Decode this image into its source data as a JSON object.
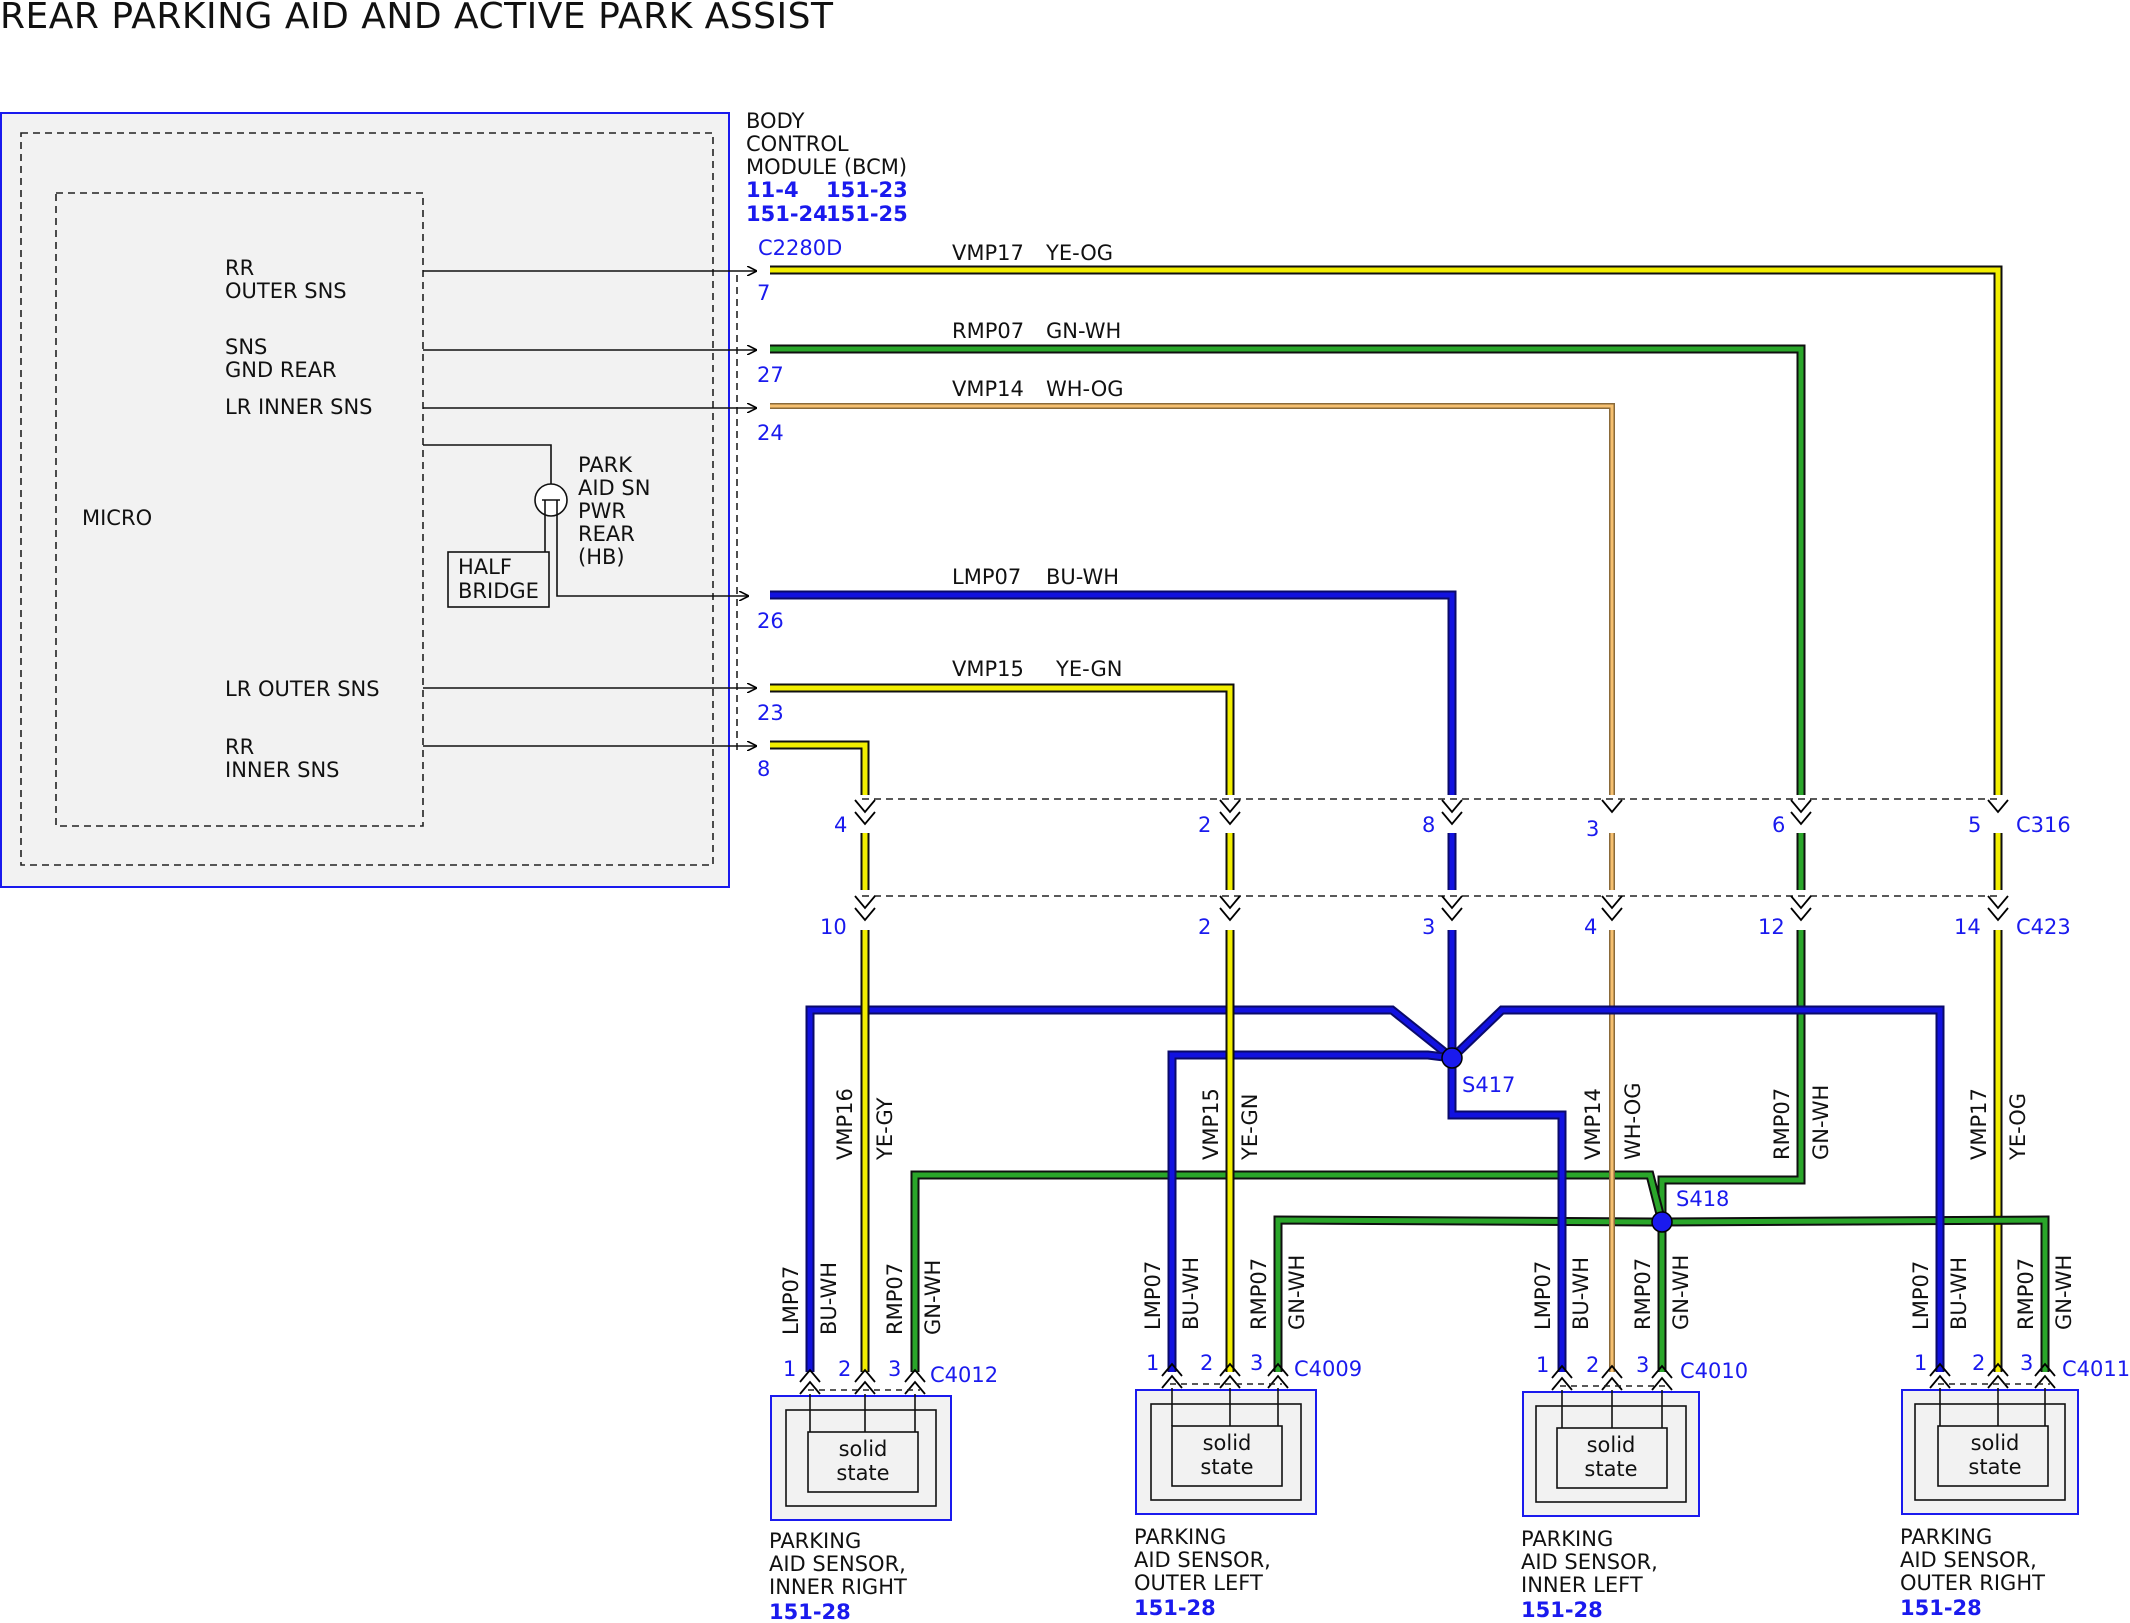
{
  "title": "REAR PARKING AID AND ACTIVE PARK ASSIST",
  "colors": {
    "yellow": "#f2ee00",
    "green": "#1a7d16",
    "blue": "#1212e0",
    "orange": "#f4b860",
    "accent_blue": "#1a1aee",
    "module_fill": "#f2f2f2"
  },
  "bcm": {
    "name_lines": [
      "BODY",
      "CONTROL",
      "MODULE (BCM)"
    ],
    "refs_row1": [
      "11-4",
      "151-23"
    ],
    "refs_row2": [
      "151-24",
      "151-25"
    ],
    "connector": "C2280D",
    "micro_label": "MICRO",
    "half_bridge": [
      "HALF",
      "BRIDGE"
    ],
    "park_aid_pwr": [
      "PARK",
      "AID SN",
      "PWR",
      "REAR",
      "(HB)"
    ],
    "signals": [
      {
        "lines": [
          "RR",
          "OUTER SNS"
        ],
        "pin": "7"
      },
      {
        "lines": [
          "SNS",
          "GND REAR"
        ],
        "pin": "27"
      },
      {
        "lines": [
          "LR INNER SNS"
        ],
        "pin": "24"
      },
      {
        "lines": [],
        "pin": "26"
      },
      {
        "lines": [
          "LR OUTER SNS"
        ],
        "pin": "23"
      },
      {
        "lines": [
          "RR",
          "INNER SNS"
        ],
        "pin": "8"
      }
    ]
  },
  "wires": [
    {
      "circuit": "VMP17",
      "color": "YE-OG"
    },
    {
      "circuit": "RMP07",
      "color": "GN-WH"
    },
    {
      "circuit": "VMP14",
      "color": "WH-OG"
    },
    {
      "circuit": "LMP07",
      "color": "BU-WH"
    },
    {
      "circuit": "VMP15",
      "color": "YE-GN"
    }
  ],
  "c316": {
    "label": "C316",
    "pins": [
      "4",
      "2",
      "8",
      "3",
      "6",
      "5"
    ]
  },
  "c423": {
    "label": "C423",
    "pins": [
      "10",
      "2",
      "3",
      "4",
      "12",
      "14"
    ]
  },
  "splices": {
    "s417": "S417",
    "s418": "S418"
  },
  "vertical_labels": [
    {
      "circuit": "VMP16",
      "color": "YE-GY"
    },
    {
      "circuit": "VMP15",
      "color": "YE-GN"
    },
    {
      "circuit": "VMP14",
      "color": "WH-OG"
    },
    {
      "circuit": "RMP07",
      "color": "GN-WH"
    },
    {
      "circuit": "VMP17",
      "color": "YE-OG"
    }
  ],
  "branch_labels": [
    {
      "circuit": "LMP07",
      "color": "BU-WH"
    },
    {
      "circuit": "RMP07",
      "color": "GN-WH"
    }
  ],
  "sensors": [
    {
      "connector": "C4012",
      "pins": [
        "1",
        "2",
        "3"
      ],
      "inner": [
        "solid",
        "state"
      ],
      "name": [
        "PARKING",
        "AID SENSOR,",
        "INNER RIGHT"
      ],
      "ref": "151-28"
    },
    {
      "connector": "C4009",
      "pins": [
        "1",
        "2",
        "3"
      ],
      "inner": [
        "solid",
        "state"
      ],
      "name": [
        "PARKING",
        "AID SENSOR,",
        "OUTER LEFT"
      ],
      "ref": "151-28"
    },
    {
      "connector": "C4010",
      "pins": [
        "1",
        "2",
        "3"
      ],
      "inner": [
        "solid",
        "state"
      ],
      "name": [
        "PARKING",
        "AID SENSOR,",
        "INNER LEFT"
      ],
      "ref": "151-28"
    },
    {
      "connector": "C4011",
      "pins": [
        "1",
        "2",
        "3"
      ],
      "inner": [
        "solid",
        "state"
      ],
      "name": [
        "PARKING",
        "AID SENSOR,",
        "OUTER RIGHT"
      ],
      "ref": "151-28"
    }
  ]
}
